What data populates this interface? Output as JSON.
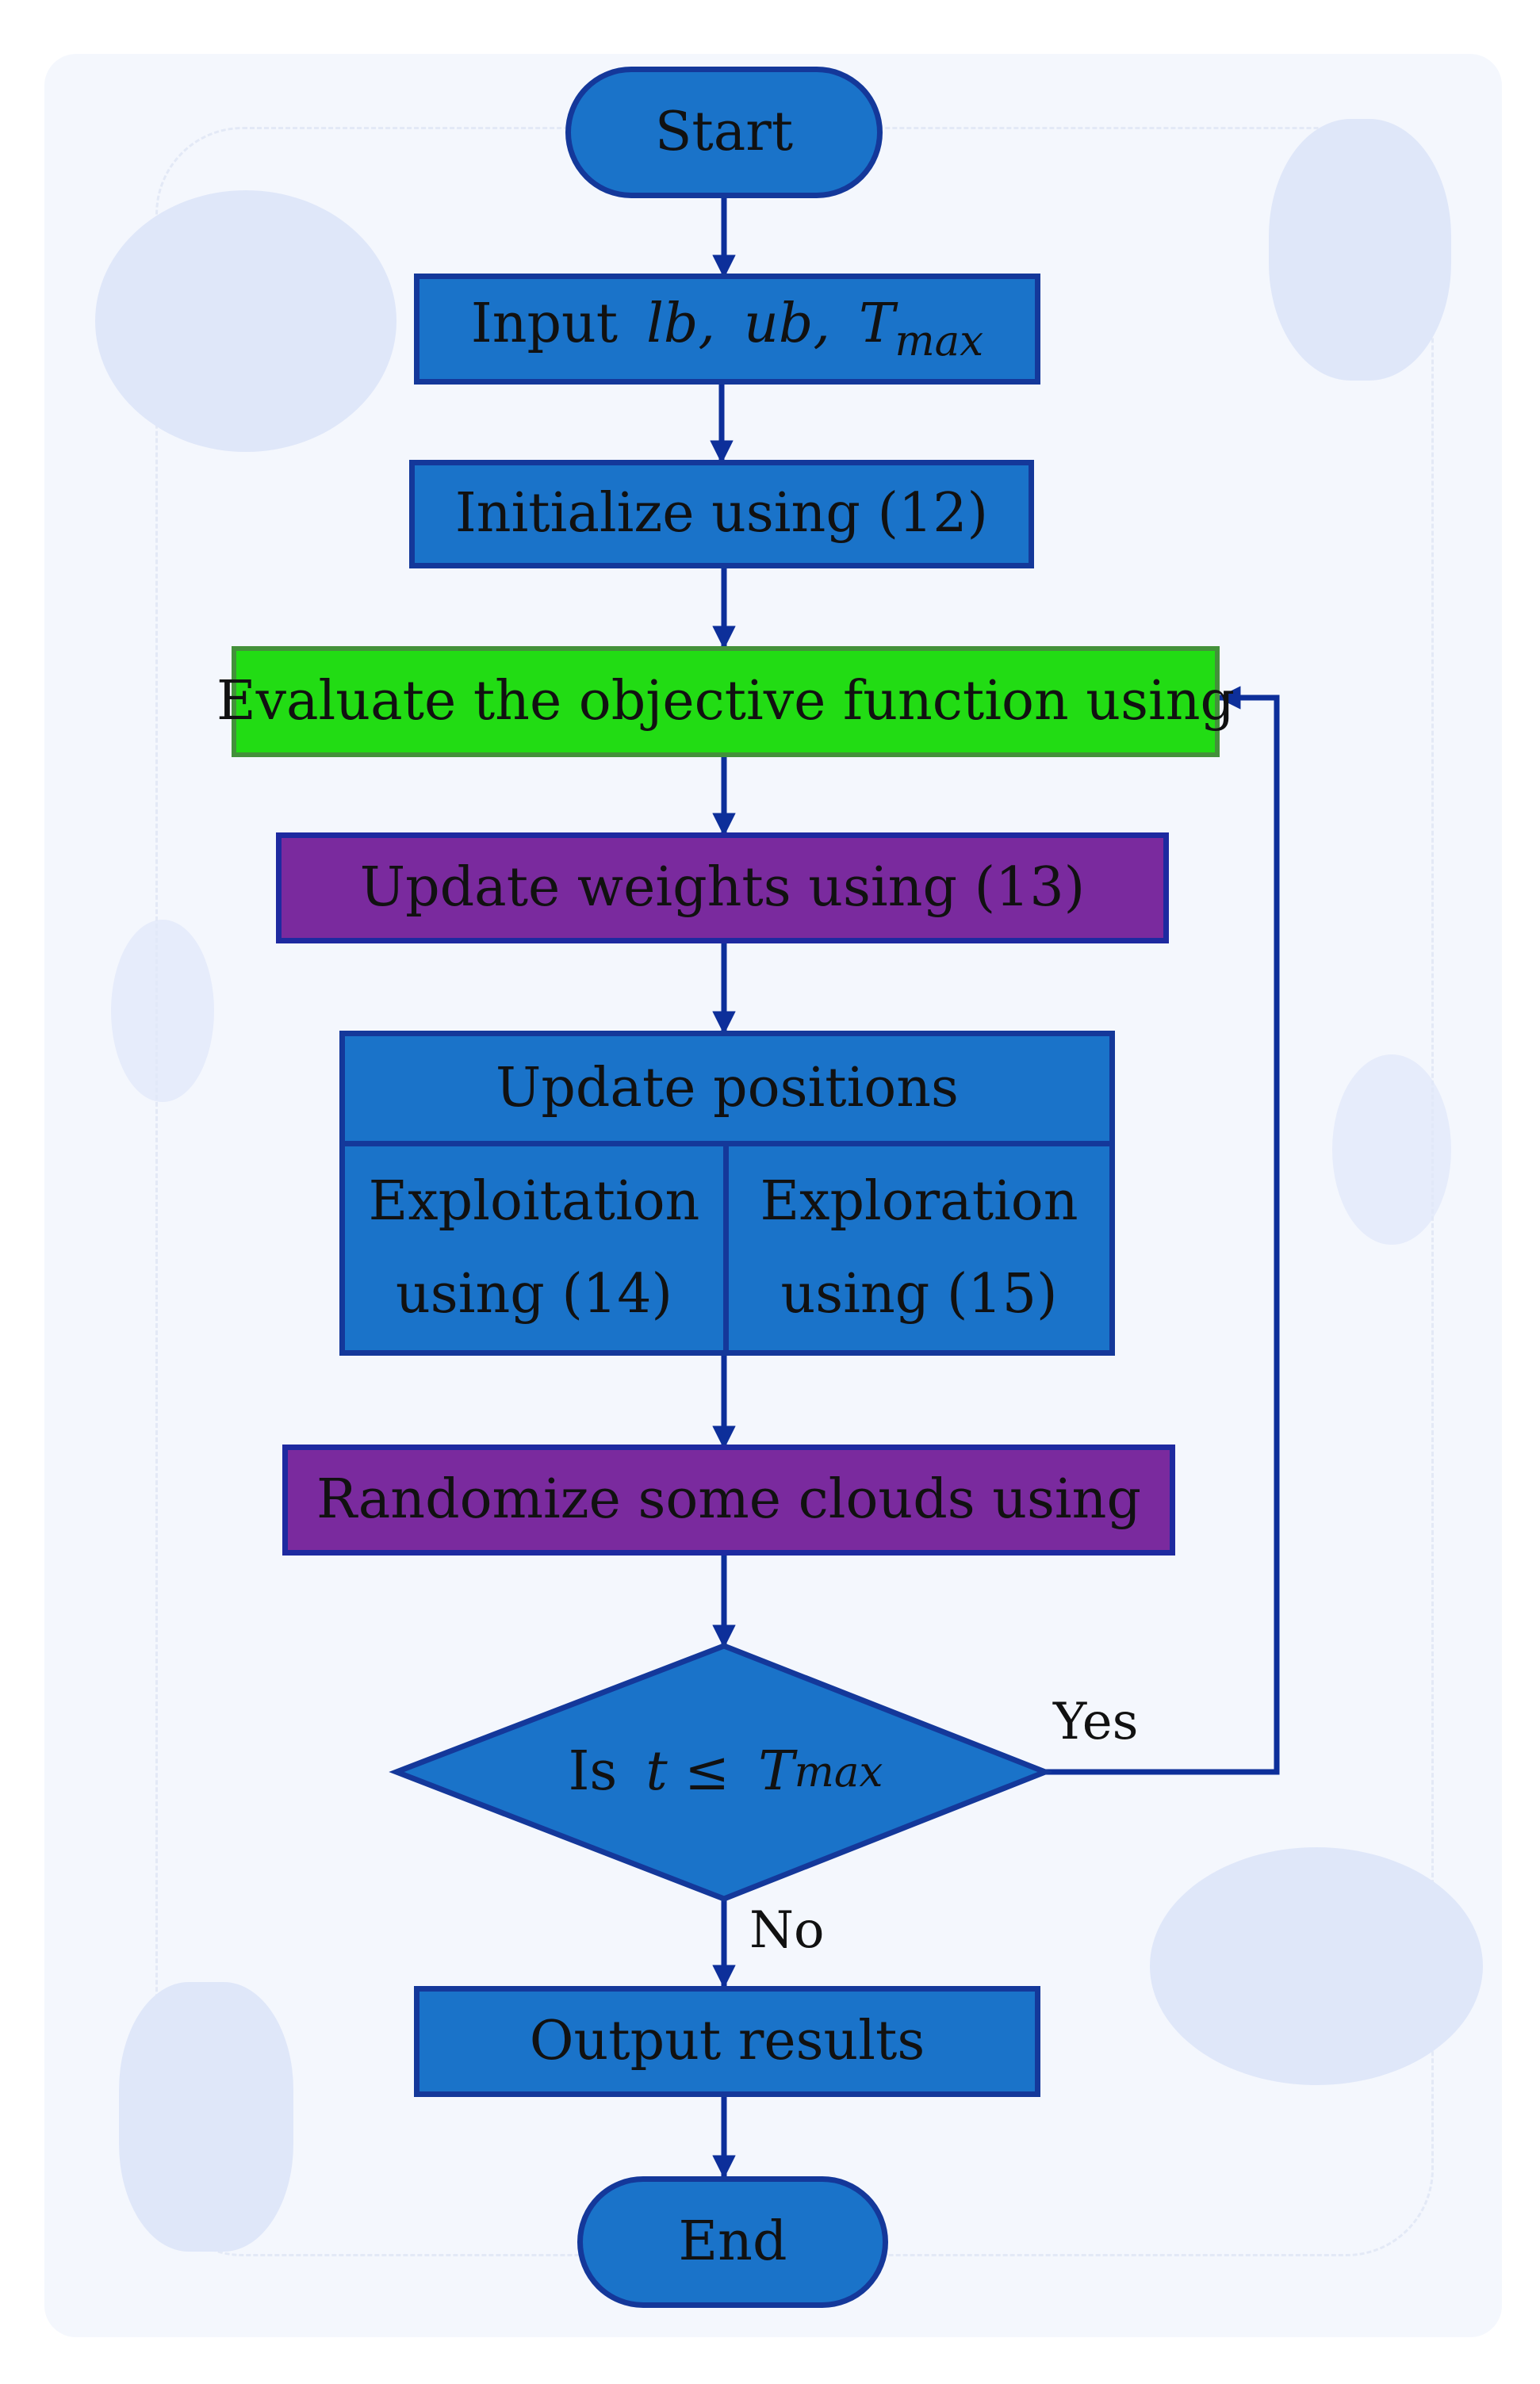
{
  "nodes": {
    "start": "Start",
    "input": {
      "word": "Input",
      "lb": "lb,",
      "ub": "ub,",
      "t": "T",
      "t_sub": "max"
    },
    "initialize": "Initialize using (12)",
    "evaluate": "Evaluate the objective function using",
    "update_weights": "Update weights using (13)",
    "update_positions": {
      "title": "Update positions",
      "exploitation": [
        "Exploitation",
        "using (14)"
      ],
      "exploration": [
        "Exploration",
        "using (15)"
      ]
    },
    "randomize": "Randomize some clouds using",
    "decision": {
      "is": "Is",
      "t": "t ≤",
      "tmax": "T",
      "tmax_sub": "max"
    },
    "output": "Output results",
    "end": "End"
  },
  "edge_labels": {
    "yes": "Yes",
    "no": "No"
  },
  "colors": {
    "node_blue": "#1a73c9",
    "node_green": "#22dc14",
    "node_purple": "#7a2a9e",
    "border_dark_blue": "#14389a",
    "arrow": "#0d2f9a",
    "background": "#f4f7fd"
  }
}
